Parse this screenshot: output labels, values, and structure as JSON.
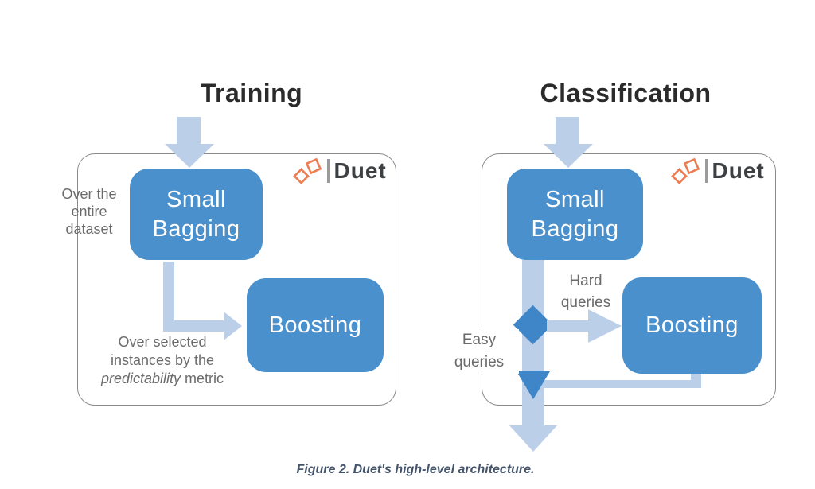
{
  "colors": {
    "box_blue": "#4a90cd",
    "arrow_light": "#bccfe8",
    "arrow_accent": "#3e86c7",
    "label_gray": "#6b6b6b",
    "title_color": "#2b2b2b",
    "logo_orange": "#ec7c52",
    "logo_text": "#3d4042",
    "panel_border": "#8a8a8a",
    "caption_color": "#44546a"
  },
  "branding": {
    "name": "Duet"
  },
  "training": {
    "title": "Training",
    "box_small_bagging": "Small\nBagging",
    "box_boosting": "Boosting",
    "note_dataset": "Over the\nentire\ndataset",
    "note_selected_line1": "Over selected",
    "note_selected_line2": "instances by the",
    "note_selected_italic": "predictability",
    "note_selected_rest": " metric"
  },
  "classification": {
    "title": "Classification",
    "box_small_bagging": "Small\nBagging",
    "box_boosting": "Boosting",
    "label_hard": "Hard\nqueries",
    "label_easy": "Easy\nqueries"
  },
  "caption": "Figure 2. Duet's high-level architecture."
}
